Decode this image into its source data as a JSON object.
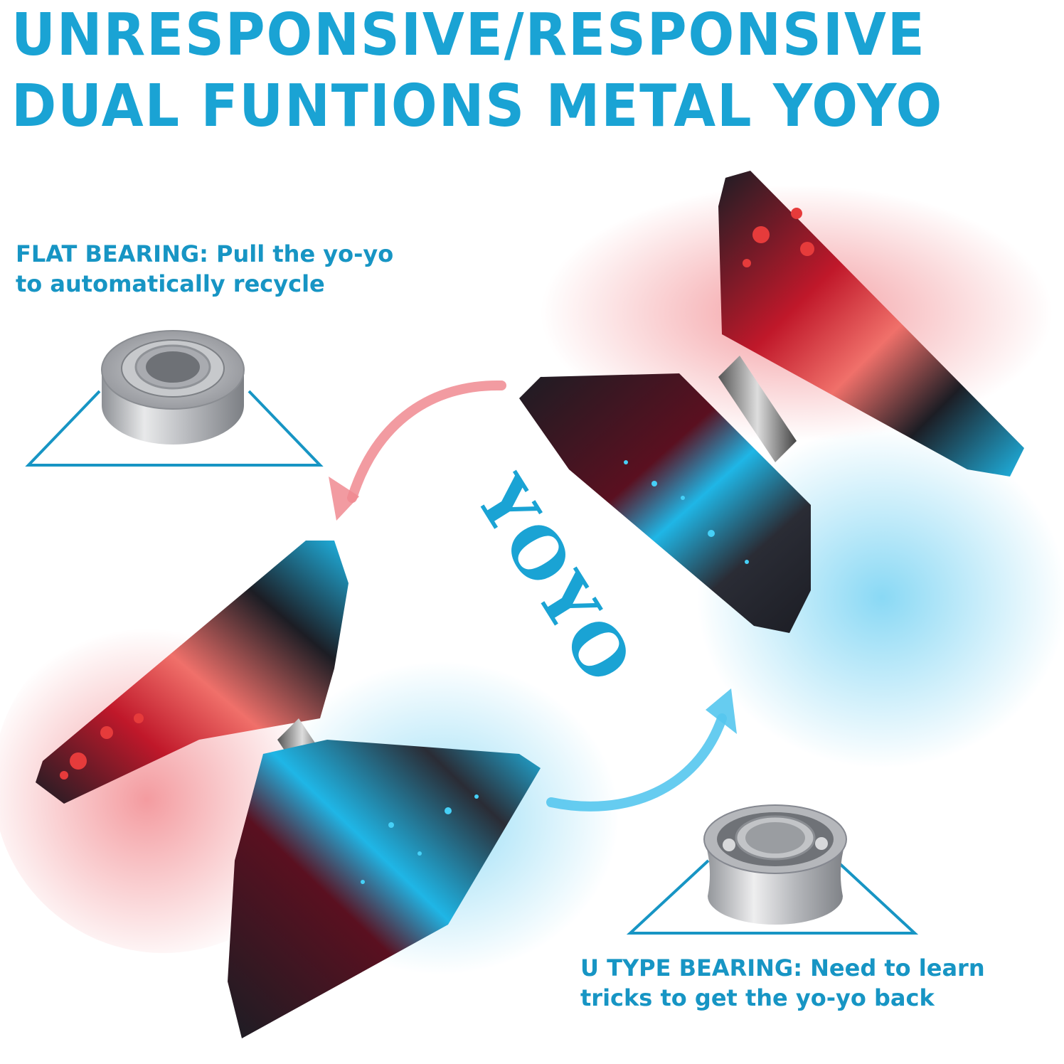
{
  "title": {
    "line1": "UNRESPONSIVE/RESPONSIVE",
    "line2": "DUAL FUNTIONS METAL YOYO"
  },
  "flat_bearing": {
    "line1": "FLAT BEARING: Pull the yo-yo",
    "line2": "to automatically recycle"
  },
  "u_bearing": {
    "line1": "U TYPE BEARING: Need to learn",
    "line2": "tricks to get the yo-yo back"
  },
  "center_word": "YOYO",
  "colors": {
    "accent_blue": "#1aa3d4",
    "caption_blue": "#1795c4",
    "splash_red": "#f28b8b",
    "splash_blue": "#5cc8ee",
    "yoyo_red": "#c0182a",
    "yoyo_black": "#1c1d24",
    "yoyo_cyan": "#1fb6e6"
  }
}
